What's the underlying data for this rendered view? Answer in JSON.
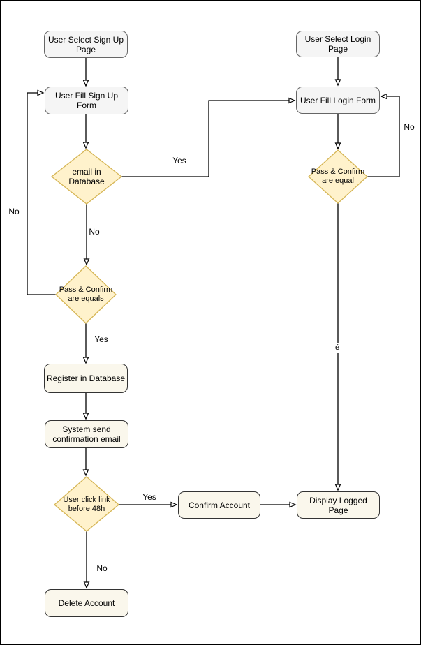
{
  "colors": {
    "canvas_background": "#FFFFFF",
    "canvas_border": "#000000",
    "gray_node_fill": "#F5F5F5",
    "gray_node_border": "#666666",
    "cream_node_fill": "#FAF7EC",
    "cream_node_border": "#333333",
    "diamond_fill": "#FFF2CC",
    "diamond_border": "#D6B656",
    "connector": "#000000"
  },
  "nodes": {
    "user_select_sign_up_page": "User Select Sign Up Page",
    "user_fill_sign_up_form": "User Fill Sign Up Form",
    "email_in_database": "email in Database",
    "pass_confirm_are_equals": "Pass & Confirm are equals",
    "register_in_database": "Register in Database",
    "system_send_confirmation_email": "System send confirmation email",
    "user_click_link_before_48h": "User click link before 48h",
    "delete_account": "Delete Account",
    "confirm_account": "Confirm Account",
    "display_logged_page": "Display Logged Page",
    "user_select_login_page": "User Select Login Page",
    "user_fill_login_form": "User Fill Login Form",
    "pass_confirm_are_equal": "Pass & Confirm are equal"
  },
  "edge_labels": {
    "email_in_db_yes": "Yes",
    "email_in_db_no": "No",
    "pass_equals_no": "No",
    "pass_equals_yes": "Yes",
    "click_link_yes": "Yes",
    "click_link_no": "No",
    "login_pass_no": "No",
    "login_pass_to_logged": "é"
  }
}
